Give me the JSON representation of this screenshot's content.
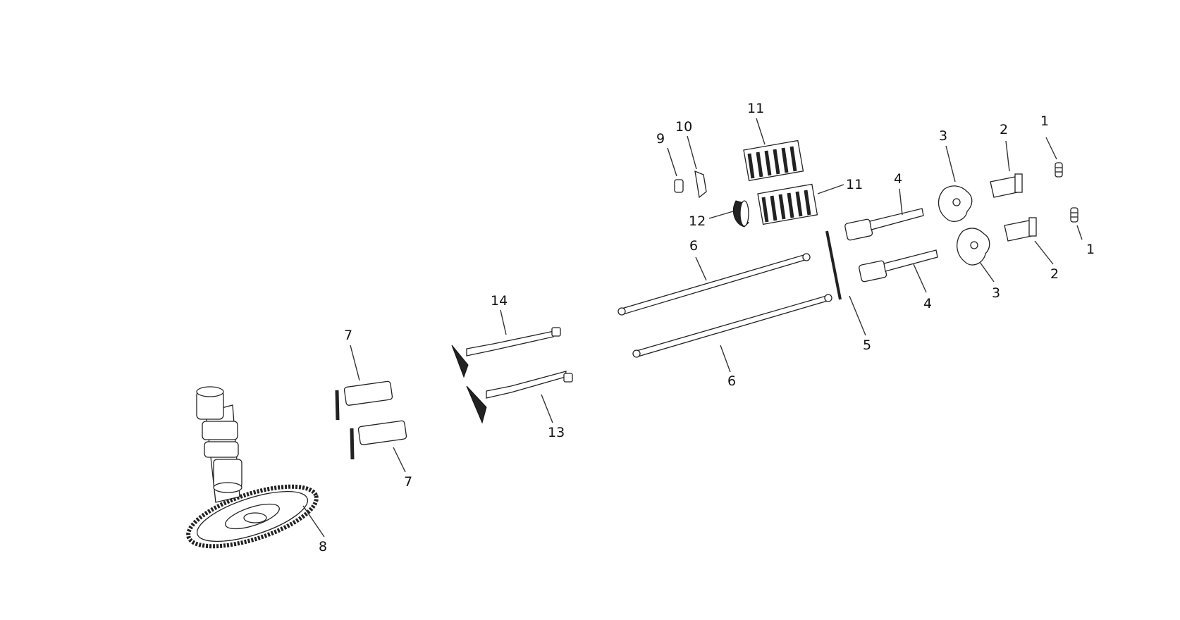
{
  "diagram": {
    "callouts": [
      {
        "id": "c1a",
        "label": "1"
      },
      {
        "id": "c1b",
        "label": "1"
      },
      {
        "id": "c2a",
        "label": "2"
      },
      {
        "id": "c2b",
        "label": "2"
      },
      {
        "id": "c3a",
        "label": "3"
      },
      {
        "id": "c3b",
        "label": "3"
      },
      {
        "id": "c4a",
        "label": "4"
      },
      {
        "id": "c4b",
        "label": "4"
      },
      {
        "id": "c5",
        "label": "5"
      },
      {
        "id": "c6a",
        "label": "6"
      },
      {
        "id": "c6b",
        "label": "6"
      },
      {
        "id": "c7a",
        "label": "7"
      },
      {
        "id": "c7b",
        "label": "7"
      },
      {
        "id": "c8",
        "label": "8"
      },
      {
        "id": "c9",
        "label": "9"
      },
      {
        "id": "c10",
        "label": "10"
      },
      {
        "id": "c11a",
        "label": "11"
      },
      {
        "id": "c11b",
        "label": "11"
      },
      {
        "id": "c12",
        "label": "12"
      },
      {
        "id": "c13",
        "label": "13"
      },
      {
        "id": "c14",
        "label": "14"
      }
    ]
  }
}
